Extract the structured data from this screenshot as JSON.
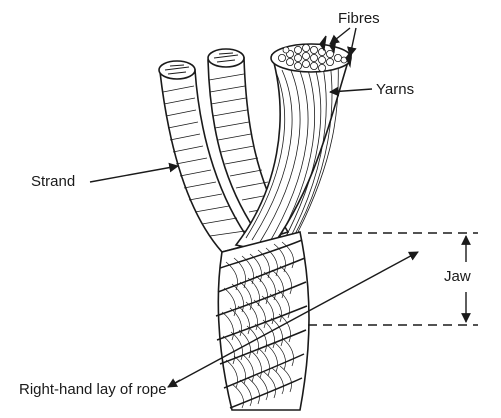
{
  "labels": {
    "fibres": "Fibres",
    "yarns": "Yarns",
    "strand": "Strand",
    "jaw": "Jaw",
    "lay": "Right-hand lay of rope"
  },
  "colors": {
    "ink": "#1a1a1a",
    "background": "#ffffff"
  }
}
